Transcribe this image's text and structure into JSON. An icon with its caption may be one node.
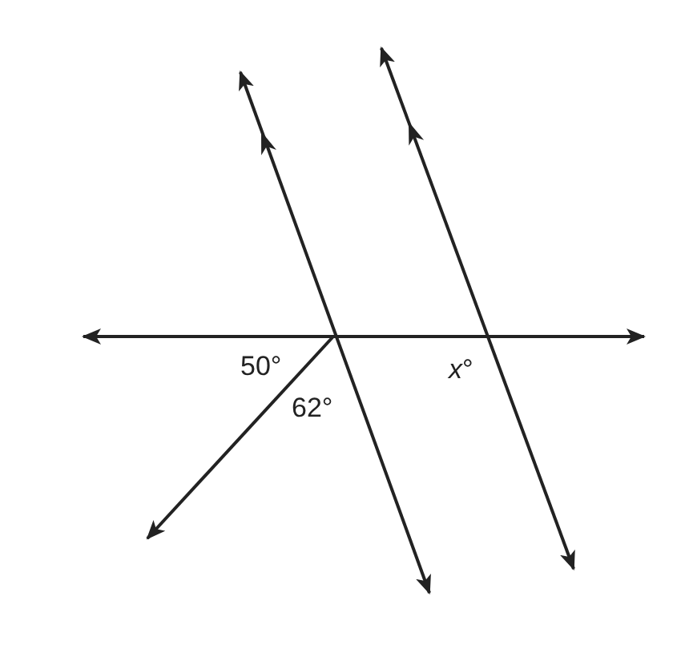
{
  "diagram": {
    "labels": [
      "50°",
      "62°",
      "*x*°"
    ]
  }
}
